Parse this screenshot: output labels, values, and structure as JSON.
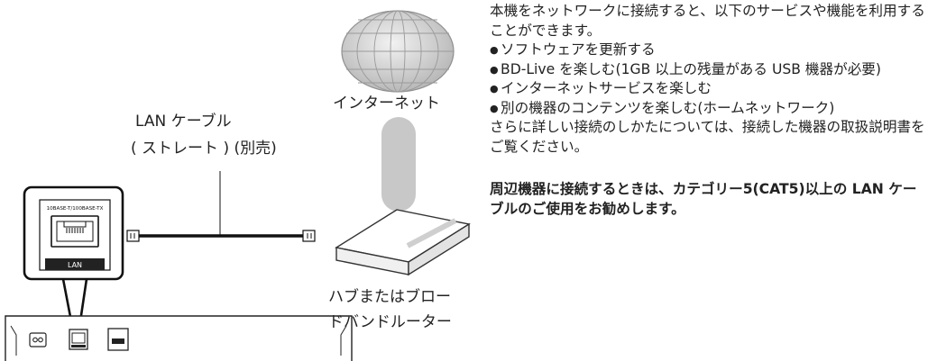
{
  "diagram": {
    "internet_label": "インターネット",
    "lan_cable_label_line1": "LAN ケーブル",
    "lan_cable_label_line2": "( ストレート ) (別売)",
    "router_label_line1": "ハブまたはブロー",
    "router_label_line2": "ドバンドルーター",
    "port_spec_label": "10BASE-T/100BASE-TX",
    "port_name_label": "LAN"
  },
  "description": {
    "intro": "本機をネットワークに接続すると、以下のサービスや機能を利用することができます。",
    "bullets": [
      "ソフトウェアを更新する",
      "BD-Live を楽しむ(1GB 以上の残量がある USB 機器が必要)",
      "インターネットサービスを楽しむ",
      "別の機器のコンテンツを楽しむ(ホームネットワーク)"
    ],
    "followup": "さらに詳しい接続のしかたについては、接続した機器の取扱説明書をご覧ください。",
    "note": "周辺機器に接続するときは、カテゴリー5(CAT5)以上の LAN ケーブルのご使用をお勧めします。"
  }
}
